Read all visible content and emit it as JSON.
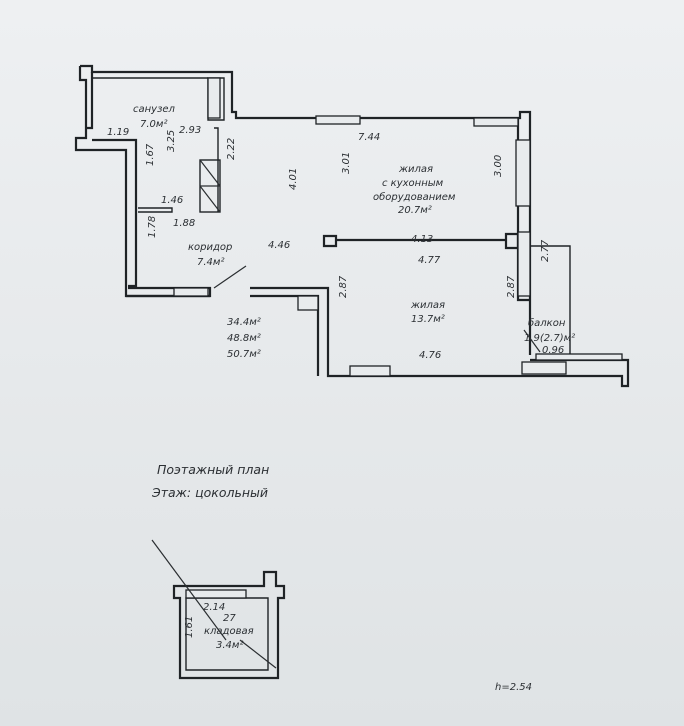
{
  "rooms": {
    "bathroom": {
      "name": "санузел",
      "area": "7.0м²"
    },
    "corridor": {
      "name": "коридор",
      "area": "7.4м²"
    },
    "living_kitchen": {
      "line1": "жилая",
      "line2": "с кухонным",
      "line3": "оборудованием",
      "area": "20.7м²"
    },
    "living": {
      "name": "жилая",
      "area": "13.7м²"
    },
    "balcony": {
      "name": "балкон",
      "area": "1.9(2.7)м²"
    },
    "storage": {
      "name": "кладовая",
      "area": "3.4м²",
      "number": "27"
    }
  },
  "dims": {
    "d119": "1.19",
    "d293": "2.93",
    "d744": "7.44",
    "d325": "3.25",
    "d167": "1.67",
    "d222": "2.22",
    "d146": "1.46",
    "d188": "1.88",
    "d401": "4.01",
    "d301": "3.01",
    "d300": "3.00",
    "d178": "1.78",
    "d446": "4.46",
    "d413": "4.13",
    "d477": "4.77",
    "d277": "2.77",
    "d287a": "2.87",
    "d287b": "2.87",
    "d476": "4.76",
    "d096": "0.96",
    "d214": "2.14",
    "d161": "1.61"
  },
  "totals": [
    "34.4м²",
    "48.8м²",
    "50.7м²"
  ],
  "plan_title": "Поэтажный план",
  "floor_label": "Этаж: цокольный",
  "height": "h=2.54"
}
